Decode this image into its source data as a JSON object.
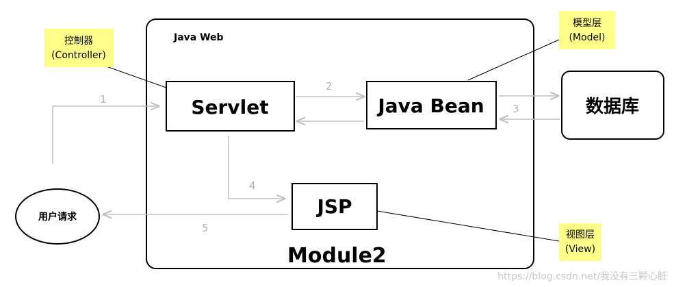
{
  "container": {
    "title": "Java Web",
    "module_label": "Module2"
  },
  "components": {
    "servlet": "Servlet",
    "java_bean": "Java Bean",
    "database": "数据库",
    "jsp": "JSP",
    "user_request": "用户请求"
  },
  "notes": {
    "controller": {
      "line1": "控制器",
      "line2": "(Controller)"
    },
    "model": {
      "line1": "模型层",
      "line2": "(Model)"
    },
    "view": {
      "line1": "视图层",
      "line2": "(View)"
    }
  },
  "steps": [
    "1",
    "2",
    "3",
    "4",
    "5"
  ],
  "watermark": "https://blog.csdn.net/我没有三颗心脏",
  "colors": {
    "note_bg": "#ffff88",
    "arrow": "#c0c0c0",
    "outline": "#000000"
  }
}
